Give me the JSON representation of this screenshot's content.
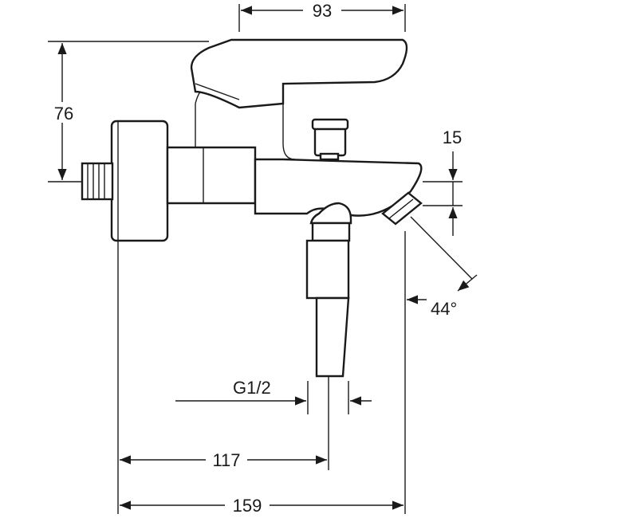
{
  "dimensions": {
    "top_width": "93",
    "height": "76",
    "spout_drop": "15",
    "angle": "44°",
    "thread": "G1/2",
    "inlet_to_outlet": "117",
    "overall_length": "159"
  },
  "colors": {
    "ink": "#1a1a1a",
    "background": "#ffffff"
  }
}
